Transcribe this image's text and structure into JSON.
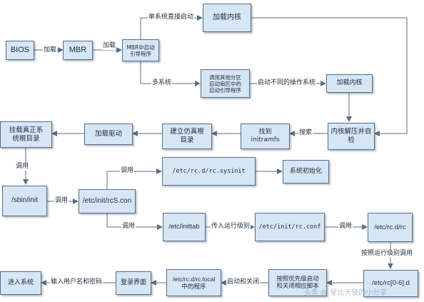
{
  "boxes": {
    "bios": "BIOS",
    "mbr": "MBR",
    "mbr_loader": "MBR中启动\n引导程序",
    "load_kernel_1": "加载内核",
    "chain_loader": "调用其他分区\n启动扇区中的\n启动引导程序",
    "load_kernel_2": "加载内核",
    "kernel_decompress": "内核解压并自\n检",
    "find_initramfs": "找到\ninitramfs",
    "build_fake_root": "建立仿真根\n目录",
    "load_drivers": "加载驱动",
    "mount_real_root": "挂载真正系\n统根目录",
    "sbin_init": "/sbin/init",
    "rcs_conf": "/etc/init/rcS.con",
    "rc_sysinit": "/etc/rc.d/rc.sysinit",
    "sys_init": "系统初始化",
    "inittab": "/etc/inittab",
    "rc_conf": "/etc/init/rc.conf",
    "rc_d_rc": "/etc/rc.d/rc",
    "rc_levels": "/etc/rc[0-6].d",
    "priority_scripts": "按照优先级启动\n和关闭相应脚本",
    "rc_local": "/etc/rc.d/rc.local\n中的程序",
    "login_ui": "登录界面",
    "enter_system": "进入系统"
  },
  "labels": {
    "load_1": "加载",
    "load_2": "加载",
    "single_boot": "单系统直接启动",
    "multi_boot": "多系统",
    "boot_other_os": "启动不同的操作系统",
    "search": "搜索",
    "call_1": "调用",
    "call_2": "调用",
    "call_3": "调用",
    "call_4": "调用",
    "call_5": "调用",
    "pass_runlevel": "传入运行级别",
    "call_by_runlevel": "按照运行级别调用",
    "start_and_stop": "启动和关闭",
    "input_credentials": "输入用户名和密码"
  },
  "watermark": "头条 @ 星比天使的小分享",
  "colors": {
    "box_fill": "#d7e6f5",
    "box_border": "#4f6d8c",
    "line": "#5a6f86"
  }
}
